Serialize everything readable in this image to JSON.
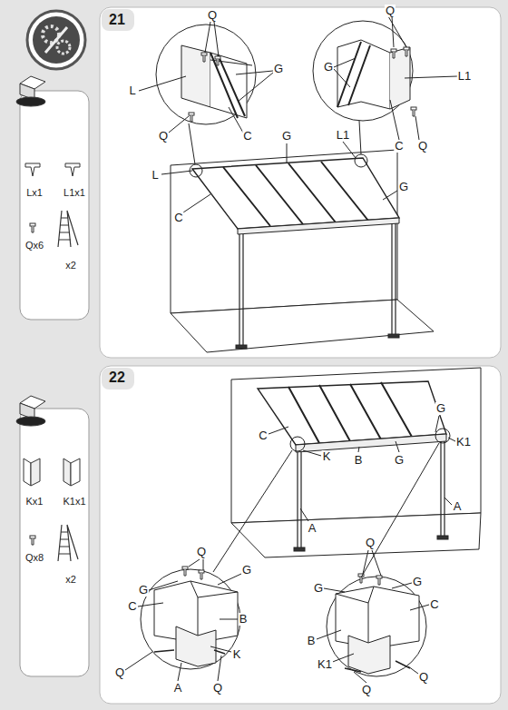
{
  "diagram": {
    "labels": [
      "21",
      "Q",
      "G",
      "L",
      "Q",
      "C",
      "Q",
      "G",
      "L1",
      "C",
      "Q",
      "G",
      "L1",
      "L",
      "C",
      "G",
      "Lx1",
      "L1x1",
      "Qx6",
      "x2",
      "22",
      "C",
      "G",
      "K1",
      "K",
      "B",
      "G",
      "A",
      "A",
      "Q",
      "G",
      "G",
      "C",
      "B",
      "K",
      "Q",
      "A",
      "Q",
      "Q",
      "G",
      "G",
      "C",
      "B",
      "K1",
      "Q",
      "Q",
      "Kx1",
      "K1x1",
      "Qx8",
      "x2"
    ]
  }
}
